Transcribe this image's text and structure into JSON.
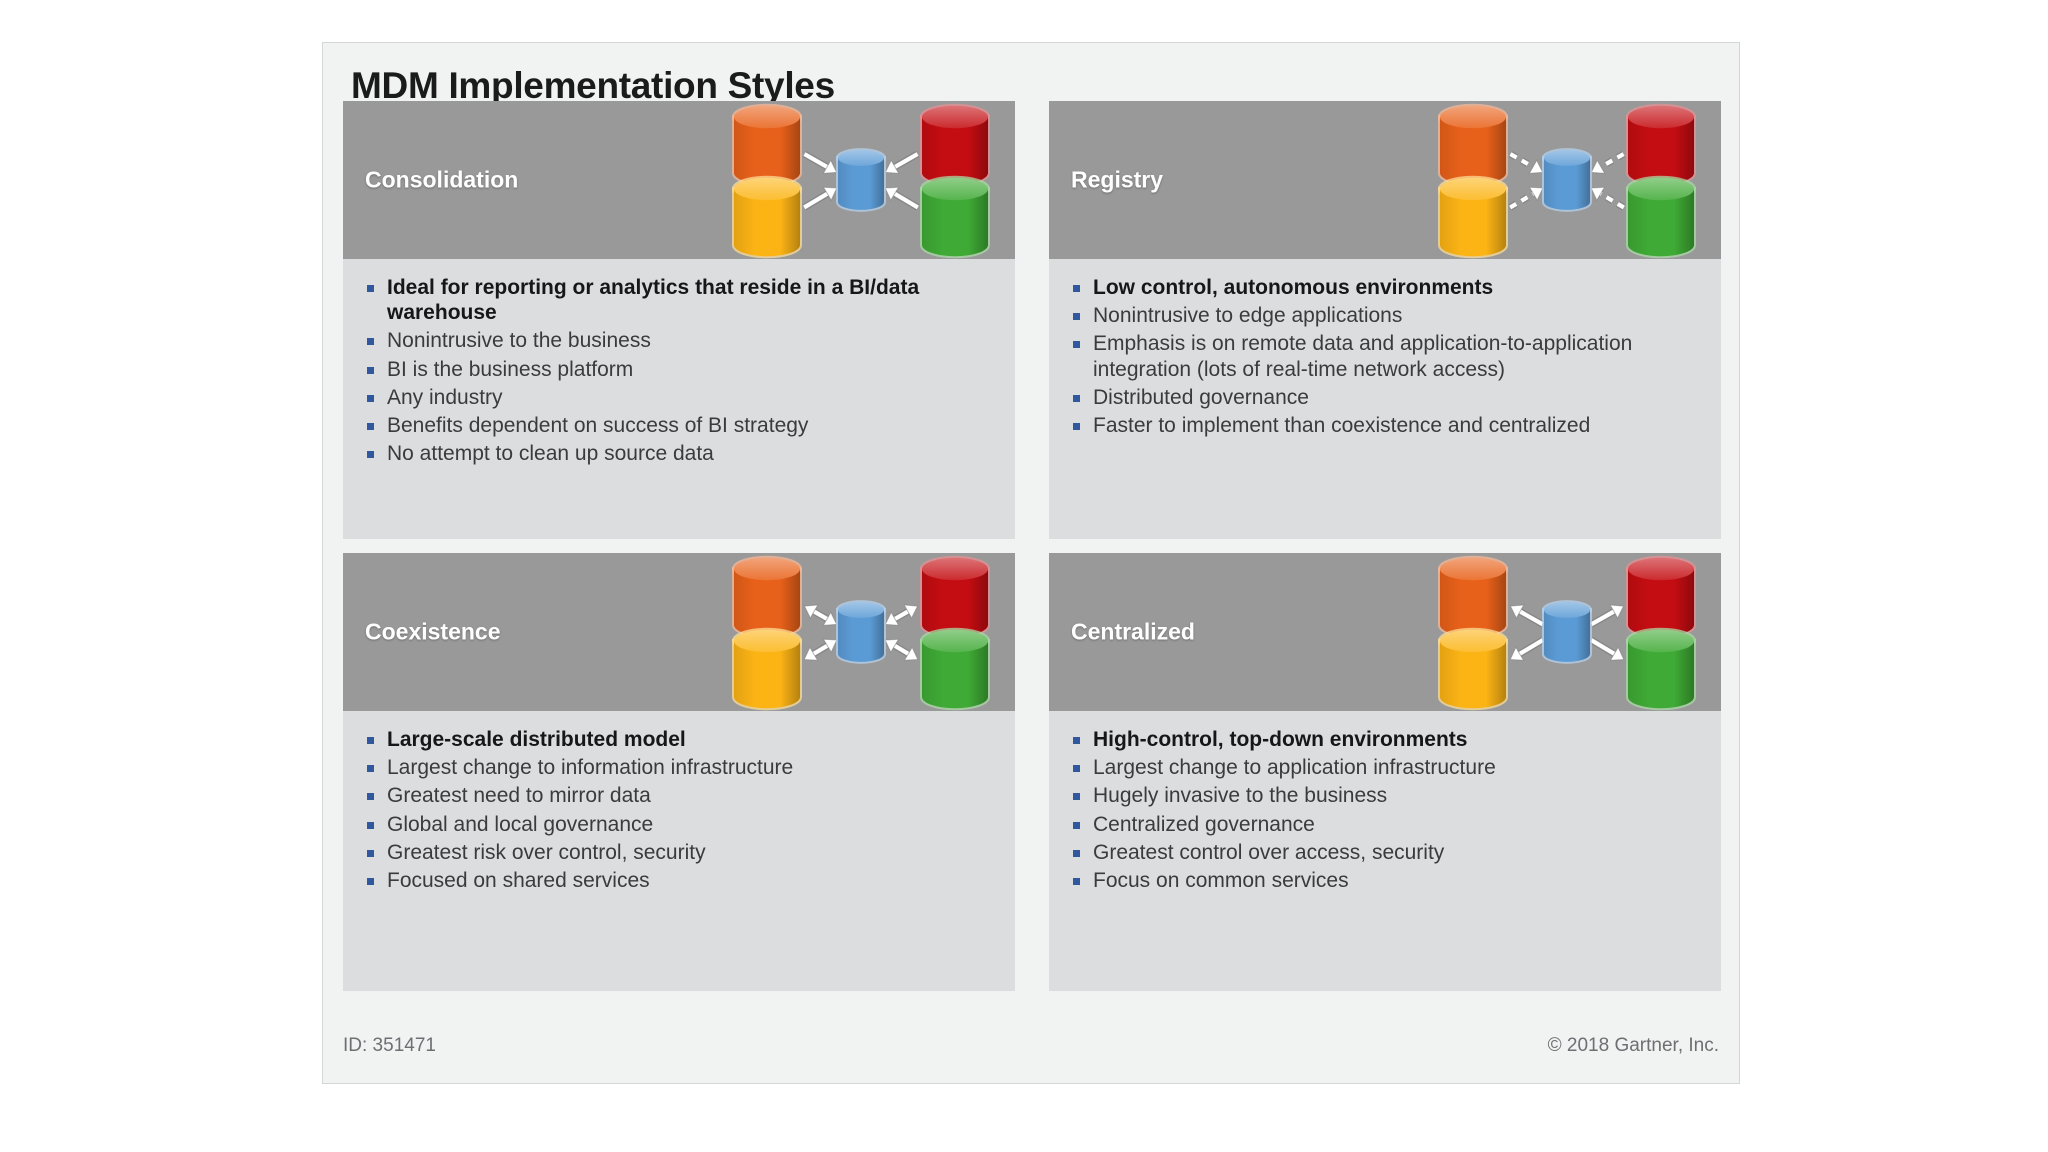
{
  "card": {
    "title": "MDM Implementation Styles",
    "footer": {
      "id_label": "ID: 351471",
      "copyright": "© 2018 Gartner, Inc."
    },
    "colors": {
      "header_band": "#999999",
      "body_panel": "#dcdddf",
      "card_background": "#f1f2f2",
      "bullet_marker": "#31589c",
      "cylinder_orange": "#e8611a",
      "cylinder_red": "#c40d12",
      "cylinder_yellow": "#fcb415",
      "cylinder_green": "#3faa35",
      "cylinder_blue": "#5b9bd5",
      "arrow": "#ffffff"
    }
  },
  "quadrants": [
    {
      "name": "consolidation",
      "label": "Consolidation",
      "diagram": {
        "icon": "mdm-hub-diagram",
        "arrow_direction": "inward",
        "arrow_style": "solid",
        "arrow_heads": "single",
        "center_node": "blue",
        "outer_nodes": [
          "orange",
          "red",
          "yellow",
          "green"
        ]
      },
      "bullets": [
        {
          "text": "Ideal for reporting or analytics that reside in a BI/data warehouse",
          "bold": true
        },
        {
          "text": "Nonintrusive to the business",
          "bold": false
        },
        {
          "text": "BI is the business platform",
          "bold": false
        },
        {
          "text": "Any industry",
          "bold": false
        },
        {
          "text": "Benefits dependent on success of BI strategy",
          "bold": false
        },
        {
          "text": "No attempt to clean up source data",
          "bold": false
        }
      ]
    },
    {
      "name": "registry",
      "label": "Registry",
      "diagram": {
        "icon": "mdm-hub-diagram",
        "arrow_direction": "inward",
        "arrow_style": "dashed",
        "arrow_heads": "single",
        "center_node": "blue",
        "outer_nodes": [
          "orange",
          "red",
          "yellow",
          "green"
        ]
      },
      "bullets": [
        {
          "text": "Low control, autonomous environments",
          "bold": true
        },
        {
          "text": "Nonintrusive to edge applications",
          "bold": false
        },
        {
          "text": "Emphasis is on remote data and application-to-application integration (lots of real-time network access)",
          "bold": false
        },
        {
          "text": "Distributed governance",
          "bold": false
        },
        {
          "text": "Faster to implement than coexistence and centralized",
          "bold": false
        }
      ]
    },
    {
      "name": "coexistence",
      "label": "Coexistence",
      "diagram": {
        "icon": "mdm-hub-diagram",
        "arrow_direction": "bidirectional",
        "arrow_style": "solid",
        "arrow_heads": "double",
        "center_node": "blue",
        "outer_nodes": [
          "orange",
          "red",
          "yellow",
          "green"
        ]
      },
      "bullets": [
        {
          "text": "Large-scale distributed model",
          "bold": true
        },
        {
          "text": "Largest change to information infrastructure",
          "bold": false
        },
        {
          "text": "Greatest need to mirror data",
          "bold": false
        },
        {
          "text": "Global and local governance",
          "bold": false
        },
        {
          "text": "Greatest risk over control, security",
          "bold": false
        },
        {
          "text": "Focused on shared services",
          "bold": false
        }
      ]
    },
    {
      "name": "centralized",
      "label": "Centralized",
      "diagram": {
        "icon": "mdm-hub-diagram",
        "arrow_direction": "outward",
        "arrow_style": "solid",
        "arrow_heads": "single",
        "center_node": "blue",
        "outer_nodes": [
          "orange",
          "red",
          "yellow",
          "green"
        ]
      },
      "bullets": [
        {
          "text": "High-control, top-down environments",
          "bold": true
        },
        {
          "text": "Largest change to application infrastructure",
          "bold": false
        },
        {
          "text": "Hugely invasive to the business",
          "bold": false
        },
        {
          "text": "Centralized governance",
          "bold": false
        },
        {
          "text": "Greatest control over access, security",
          "bold": false
        },
        {
          "text": "Focus on common services",
          "bold": false
        }
      ]
    }
  ]
}
